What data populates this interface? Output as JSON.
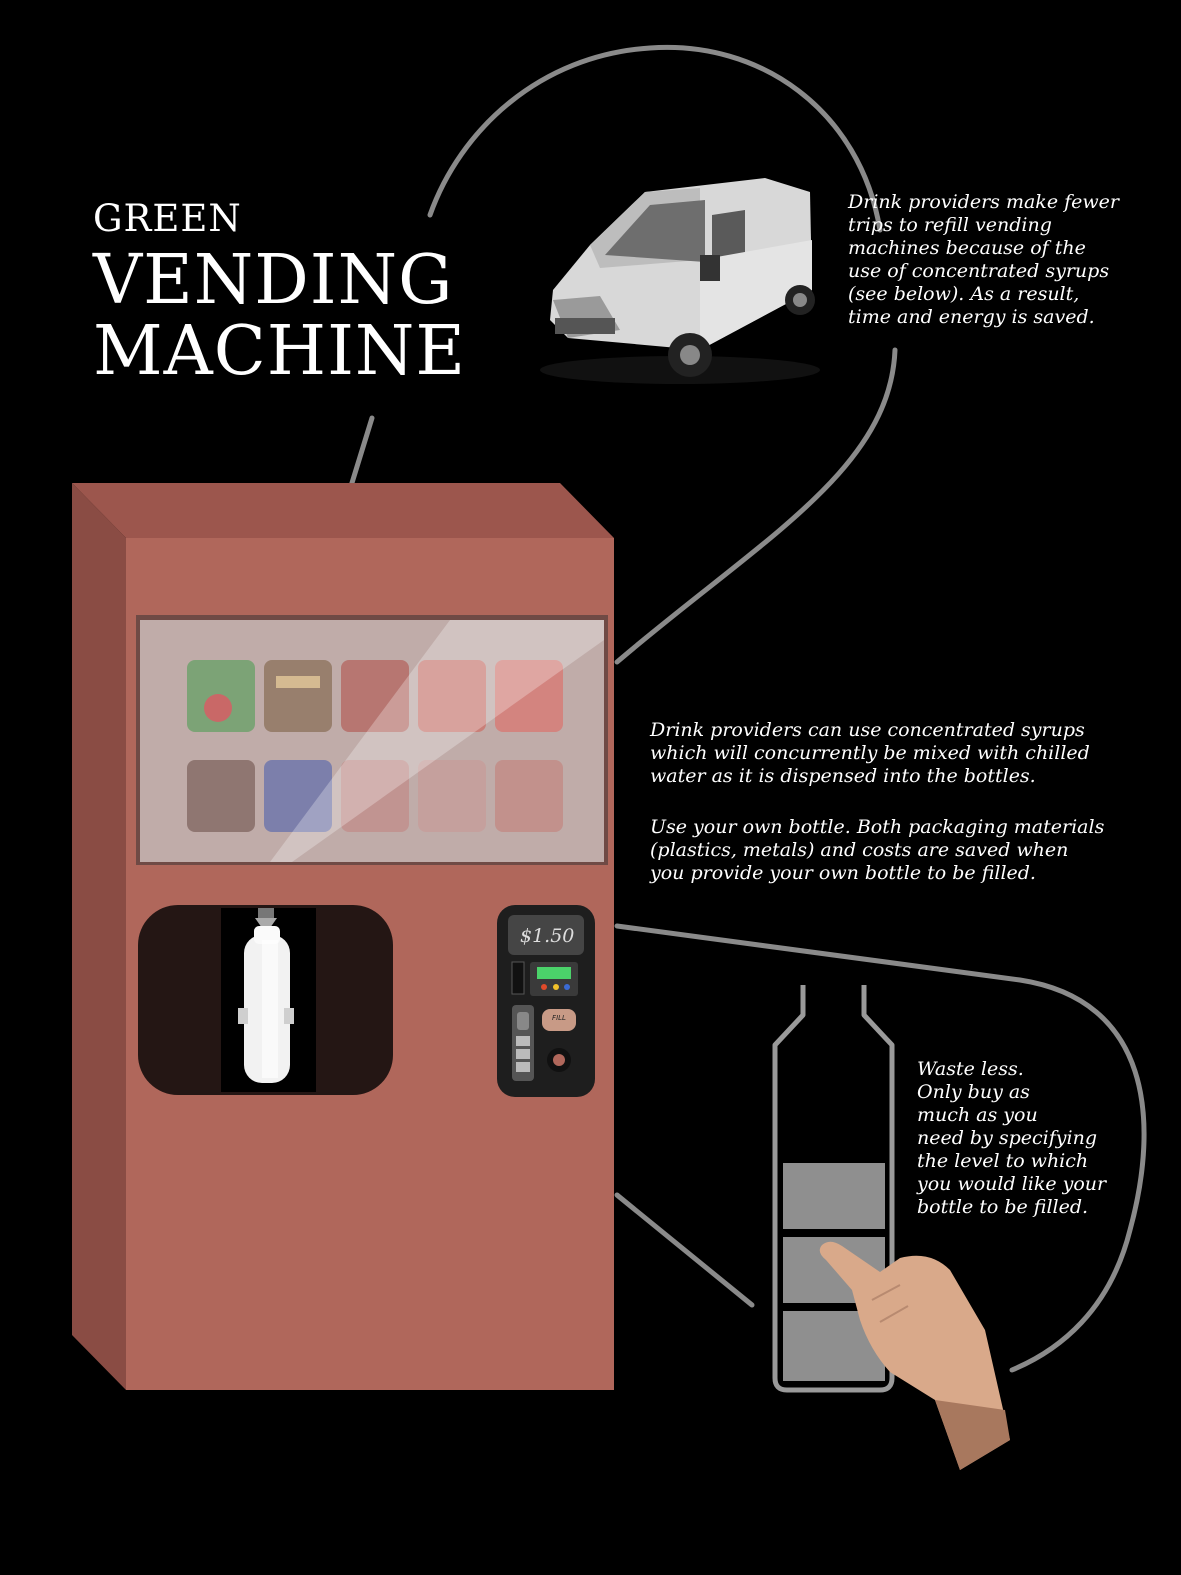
{
  "title": {
    "line1": "GREEN",
    "line2": "VENDING",
    "line3": "MACHINE"
  },
  "notes": {
    "van": "Drink providers make fewer\ntrips to refill vending\nmachines because of the\nuse of concentrated syrups\n(see below). As a result,\ntime and energy is saved.",
    "syrup": "Drink providers can use concentrated syrups\nwhich will concurrently be mixed with chilled\nwater as it is dispensed into the bottles.",
    "own_bottle": "Use your own bottle. Both packaging materials\n(plastics, metals) and costs are saved when\nyou provide your own bottle to be filled.",
    "waste": "Waste less.\nOnly buy as\nmuch as you\nneed by specifying\nthe level to which\nyou would like your\nbottle to be filled."
  },
  "machine": {
    "price_display": "$1.50",
    "fill_button_label": "FILL"
  },
  "colors": {
    "background": "#000000",
    "machine_front": "#b0675b",
    "machine_side": "#8a4c44",
    "machine_top": "#9c564d",
    "connector_line": "#8a8a8a",
    "text": "#ffffff"
  },
  "icons": {
    "van": "delivery-van-icon",
    "bottle_gauge": "bottle-fill-level-icon",
    "hand": "pointing-hand-icon"
  }
}
